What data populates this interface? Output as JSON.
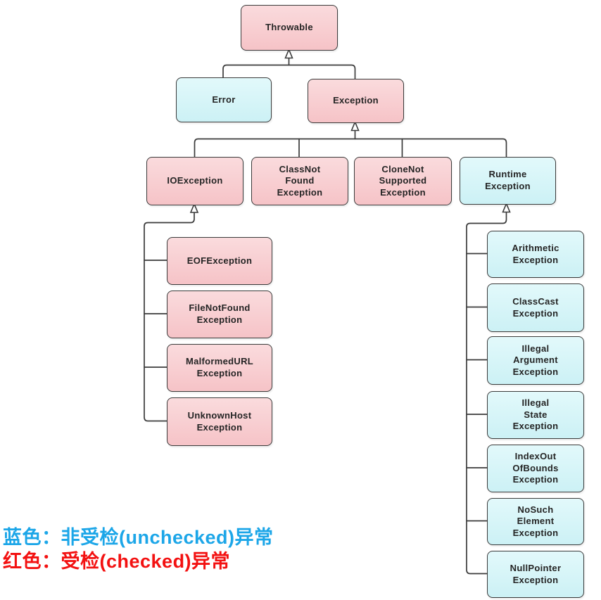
{
  "diagram": {
    "title": "Java Throwable / Exception hierarchy",
    "type": "class-hierarchy",
    "colors": {
      "checked_fill": "#f6c3c7",
      "unchecked_fill": "#ccf1f5",
      "box_border": "#3a3a3a",
      "connector": "#3b3b3b",
      "legend_blue": "#1ca6e8",
      "legend_red": "#f31111"
    },
    "nodes": {
      "throwable": {
        "label": "Throwable",
        "category": "checked",
        "parent": null
      },
      "error": {
        "label": "Error",
        "category": "unchecked",
        "parent": "Throwable"
      },
      "exception": {
        "label": "Exception",
        "category": "checked",
        "parent": "Throwable"
      },
      "ioexception": {
        "label": "IOException",
        "category": "checked",
        "parent": "Exception"
      },
      "classnotfound": {
        "label": "ClassNot\nFound\nException",
        "category": "checked",
        "parent": "Exception"
      },
      "clonenotsupported": {
        "label": "CloneNot\nSupported\nException",
        "category": "checked",
        "parent": "Exception"
      },
      "runtime": {
        "label": "Runtime\nException",
        "category": "unchecked",
        "parent": "Exception"
      },
      "eof": {
        "label": "EOFException",
        "category": "checked",
        "parent": "IOException"
      },
      "filenotfound": {
        "label": "FileNotFound\nException",
        "category": "checked",
        "parent": "IOException"
      },
      "malformedurl": {
        "label": "MalformedURL\nException",
        "category": "checked",
        "parent": "IOException"
      },
      "unknownhost": {
        "label": "UnknownHost\nException",
        "category": "checked",
        "parent": "IOException"
      },
      "arithmetic": {
        "label": "Arithmetic\nException",
        "category": "unchecked",
        "parent": "RuntimeException"
      },
      "classcast": {
        "label": "ClassCast\nException",
        "category": "unchecked",
        "parent": "RuntimeException"
      },
      "illegalargument": {
        "label": "Illegal\nArgument\nException",
        "category": "unchecked",
        "parent": "RuntimeException"
      },
      "illegalstate": {
        "label": "Illegal\nState\nException",
        "category": "unchecked",
        "parent": "RuntimeException"
      },
      "indexoutofbounds": {
        "label": "IndexOut\nOfBounds\nException",
        "category": "unchecked",
        "parent": "RuntimeException"
      },
      "nosuchelement": {
        "label": "NoSuch\nElement\nException",
        "category": "unchecked",
        "parent": "RuntimeException"
      },
      "nullpointer": {
        "label": "NullPointer\nException",
        "category": "unchecked",
        "parent": "RuntimeException"
      }
    },
    "legend": {
      "blue_line": "蓝色：非受检(unchecked)异常",
      "red_line": "红色：受检(checked)异常"
    }
  }
}
